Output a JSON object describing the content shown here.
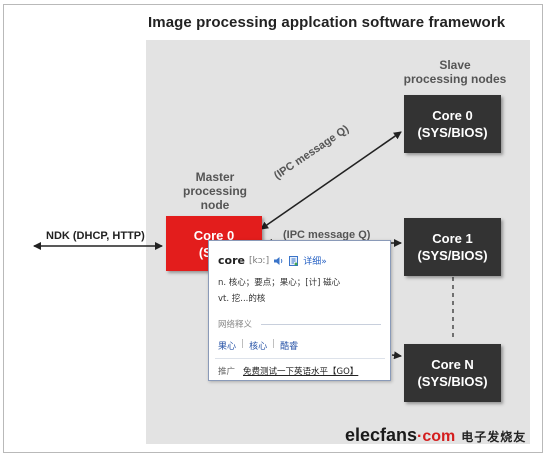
{
  "title": "Image processing applcation software framework",
  "labels": {
    "slave": [
      "Slave",
      "processing nodes"
    ],
    "master": [
      "Master",
      "processing",
      "node"
    ],
    "ndk": "NDK (DHCP, HTTP)",
    "ipc_upper": "(IPC message Q)",
    "ipc_middle": "(IPC message Q)"
  },
  "nodes": {
    "master": {
      "line1": "Core 0",
      "line2": "(SYS"
    },
    "core0": {
      "line1": "Core 0",
      "line2": "(SYS/BIOS)"
    },
    "core1": {
      "line1": "Core 1",
      "line2": "(SYS/BIOS)"
    },
    "coren": {
      "line1": "Core N",
      "line2": "(SYS/BIOS)"
    }
  },
  "popup": {
    "word": "core",
    "phonetic": "[kɔː]",
    "detail": "详细»",
    "definitions": [
      "n. 核心；要点；果心；[计] 磁心",
      "vt. 挖...的核"
    ],
    "section_title": "网络释义",
    "web_terms": [
      "果心",
      "核心",
      "酷睿"
    ],
    "web_separator": "|",
    "promo_tag": "推广",
    "promo_link": "免费测试一下英语水平【GO】"
  },
  "watermark": {
    "brand": "elecfans",
    "dotcom": "·com",
    "chinese": "电子发烧友"
  },
  "colors": {
    "master_node": "#e31d1c",
    "slave_node": "#333333",
    "panel": "#e3e3e3",
    "popup_link": "#2a64c5"
  }
}
